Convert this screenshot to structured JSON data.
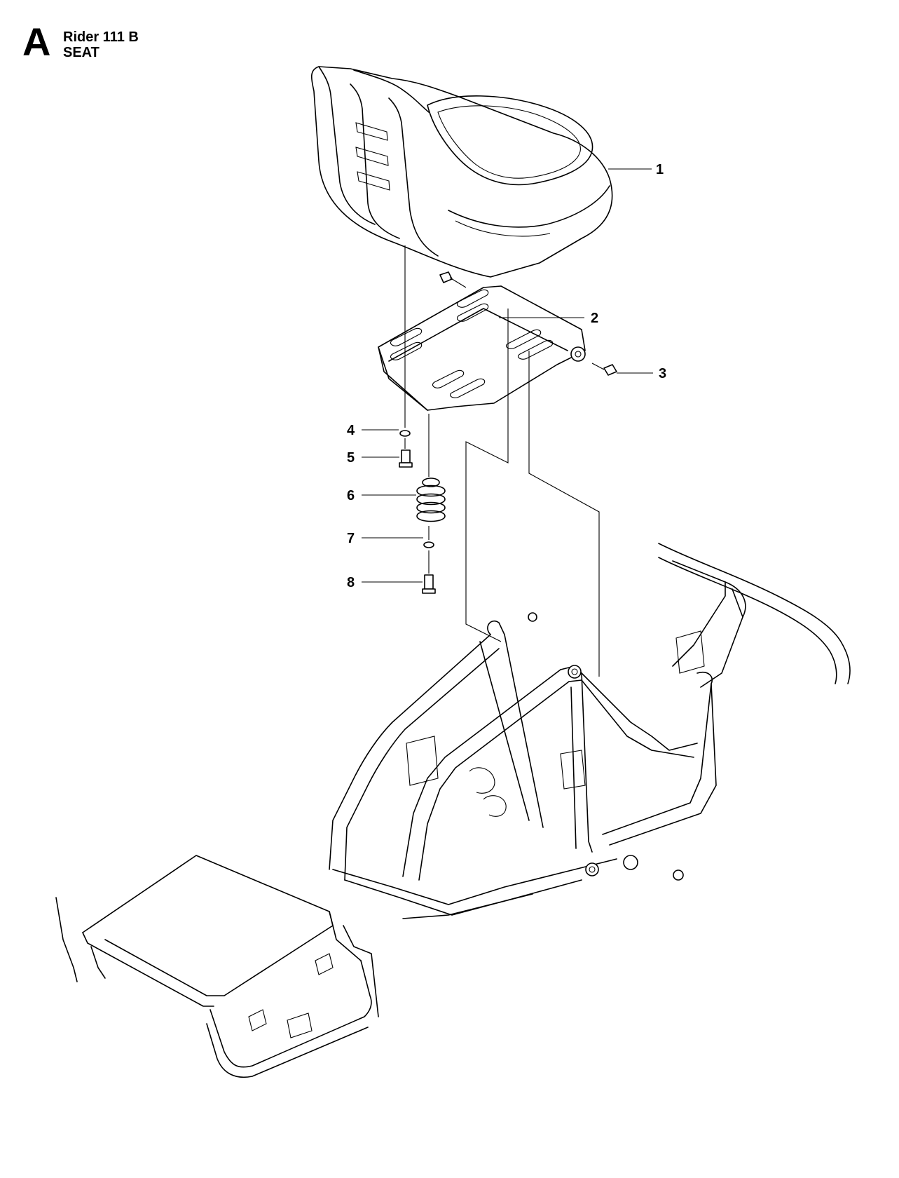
{
  "header": {
    "section": "A",
    "model": "Rider 111 B",
    "group": "SEAT"
  },
  "callouts": [
    {
      "number": "1",
      "part": "seat-cushion"
    },
    {
      "number": "2",
      "part": "seat-plate"
    },
    {
      "number": "3",
      "part": "pivot-bolt"
    },
    {
      "number": "4",
      "part": "washer"
    },
    {
      "number": "5",
      "part": "screw"
    },
    {
      "number": "6",
      "part": "spring"
    },
    {
      "number": "7",
      "part": "washer"
    },
    {
      "number": "8",
      "part": "screw"
    }
  ]
}
